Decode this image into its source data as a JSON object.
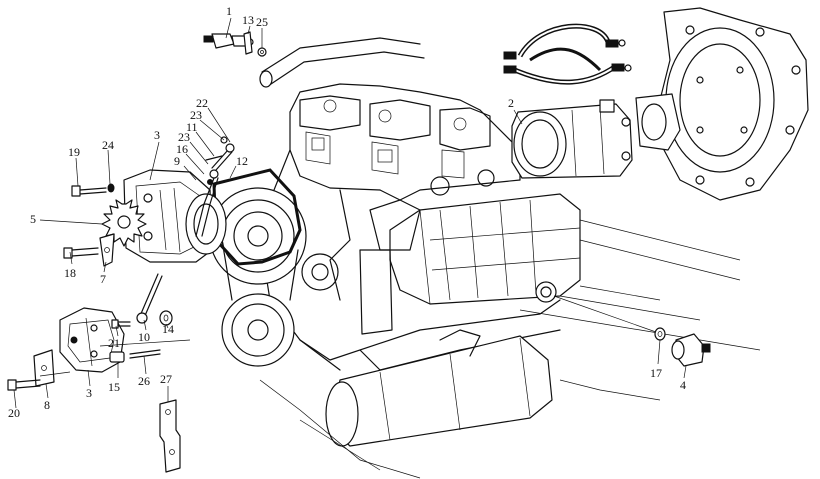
{
  "callouts": [
    {
      "id": "c1",
      "text": "1"
    },
    {
      "id": "c13",
      "text": "13"
    },
    {
      "id": "c25",
      "text": "25"
    },
    {
      "id": "c2",
      "text": "2"
    },
    {
      "id": "c22",
      "text": "22"
    },
    {
      "id": "c23a",
      "text": "23"
    },
    {
      "id": "c11",
      "text": "11"
    },
    {
      "id": "c23b",
      "text": "23"
    },
    {
      "id": "c16",
      "text": "16"
    },
    {
      "id": "c9",
      "text": "9"
    },
    {
      "id": "c12",
      "text": "12"
    },
    {
      "id": "c3a",
      "text": "3"
    },
    {
      "id": "c19",
      "text": "19"
    },
    {
      "id": "c24",
      "text": "24"
    },
    {
      "id": "c5",
      "text": "5"
    },
    {
      "id": "c18",
      "text": "18"
    },
    {
      "id": "c7",
      "text": "7"
    },
    {
      "id": "c21",
      "text": "21"
    },
    {
      "id": "c10",
      "text": "10"
    },
    {
      "id": "c14",
      "text": "14"
    },
    {
      "id": "c20",
      "text": "20"
    },
    {
      "id": "c8",
      "text": "8"
    },
    {
      "id": "c3b",
      "text": "3"
    },
    {
      "id": "c15",
      "text": "15"
    },
    {
      "id": "c26",
      "text": "26"
    },
    {
      "id": "c27",
      "text": "27"
    },
    {
      "id": "c17",
      "text": "17"
    },
    {
      "id": "c4",
      "text": "4"
    }
  ]
}
